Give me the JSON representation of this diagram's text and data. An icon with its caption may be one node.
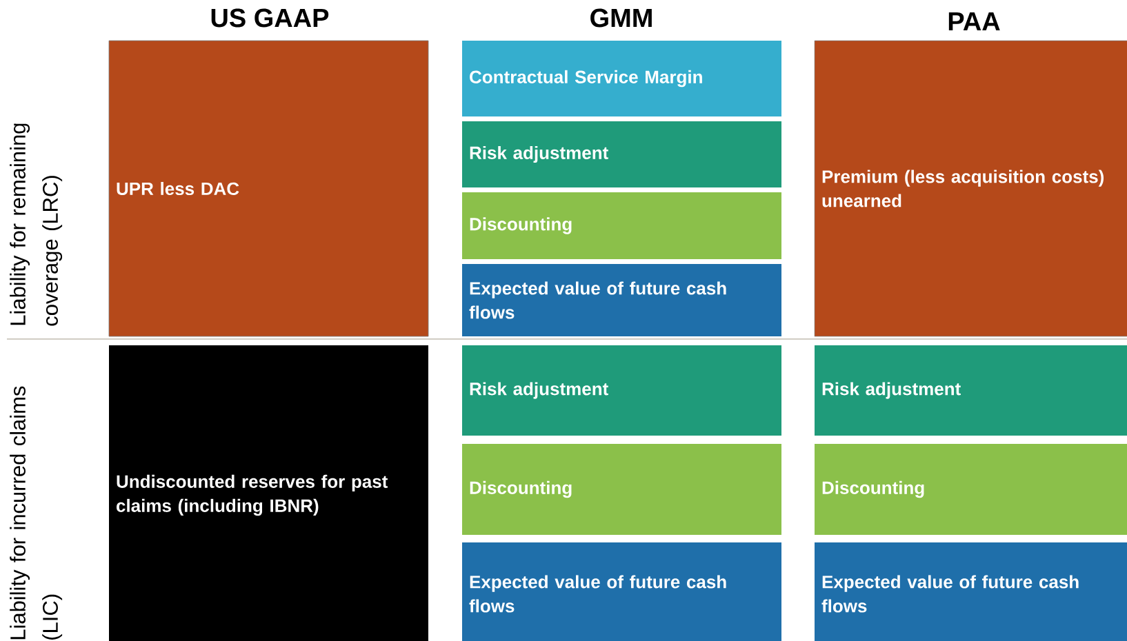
{
  "diagram": {
    "nodes": [
      {
        "text": [
          "UPR less DAC"
        ]
      },
      {
        "text": [
          "Contractual Service Margin"
        ]
      },
      {
        "text": [
          "Risk adjustment"
        ]
      },
      {
        "text": [
          "Discounting"
        ]
      },
      {
        "text": [
          "Expected value of future cash flows"
        ]
      },
      {
        "text": [
          "Premium (less acquisition costs) unearned"
        ]
      },
      {
        "text": [
          "Undiscounted reserves for past claims (including IBNR)"
        ]
      },
      {
        "text": [
          "Risk adjustment"
        ]
      },
      {
        "text": [
          "Discounting"
        ]
      },
      {
        "text": [
          "Expected value of future cash flows"
        ]
      },
      {
        "text": [
          "Risk adjustment"
        ]
      },
      {
        "text": [
          "Discounting"
        ]
      },
      {
        "text": [
          "Expected value of future cash flows"
        ]
      }
    ],
    "labels": [
      "US GAAP",
      "GMM",
      "PAA",
      "Liability for remaining coverage (LRC)",
      "Liability for incurred claims (LIC)"
    ]
  }
}
